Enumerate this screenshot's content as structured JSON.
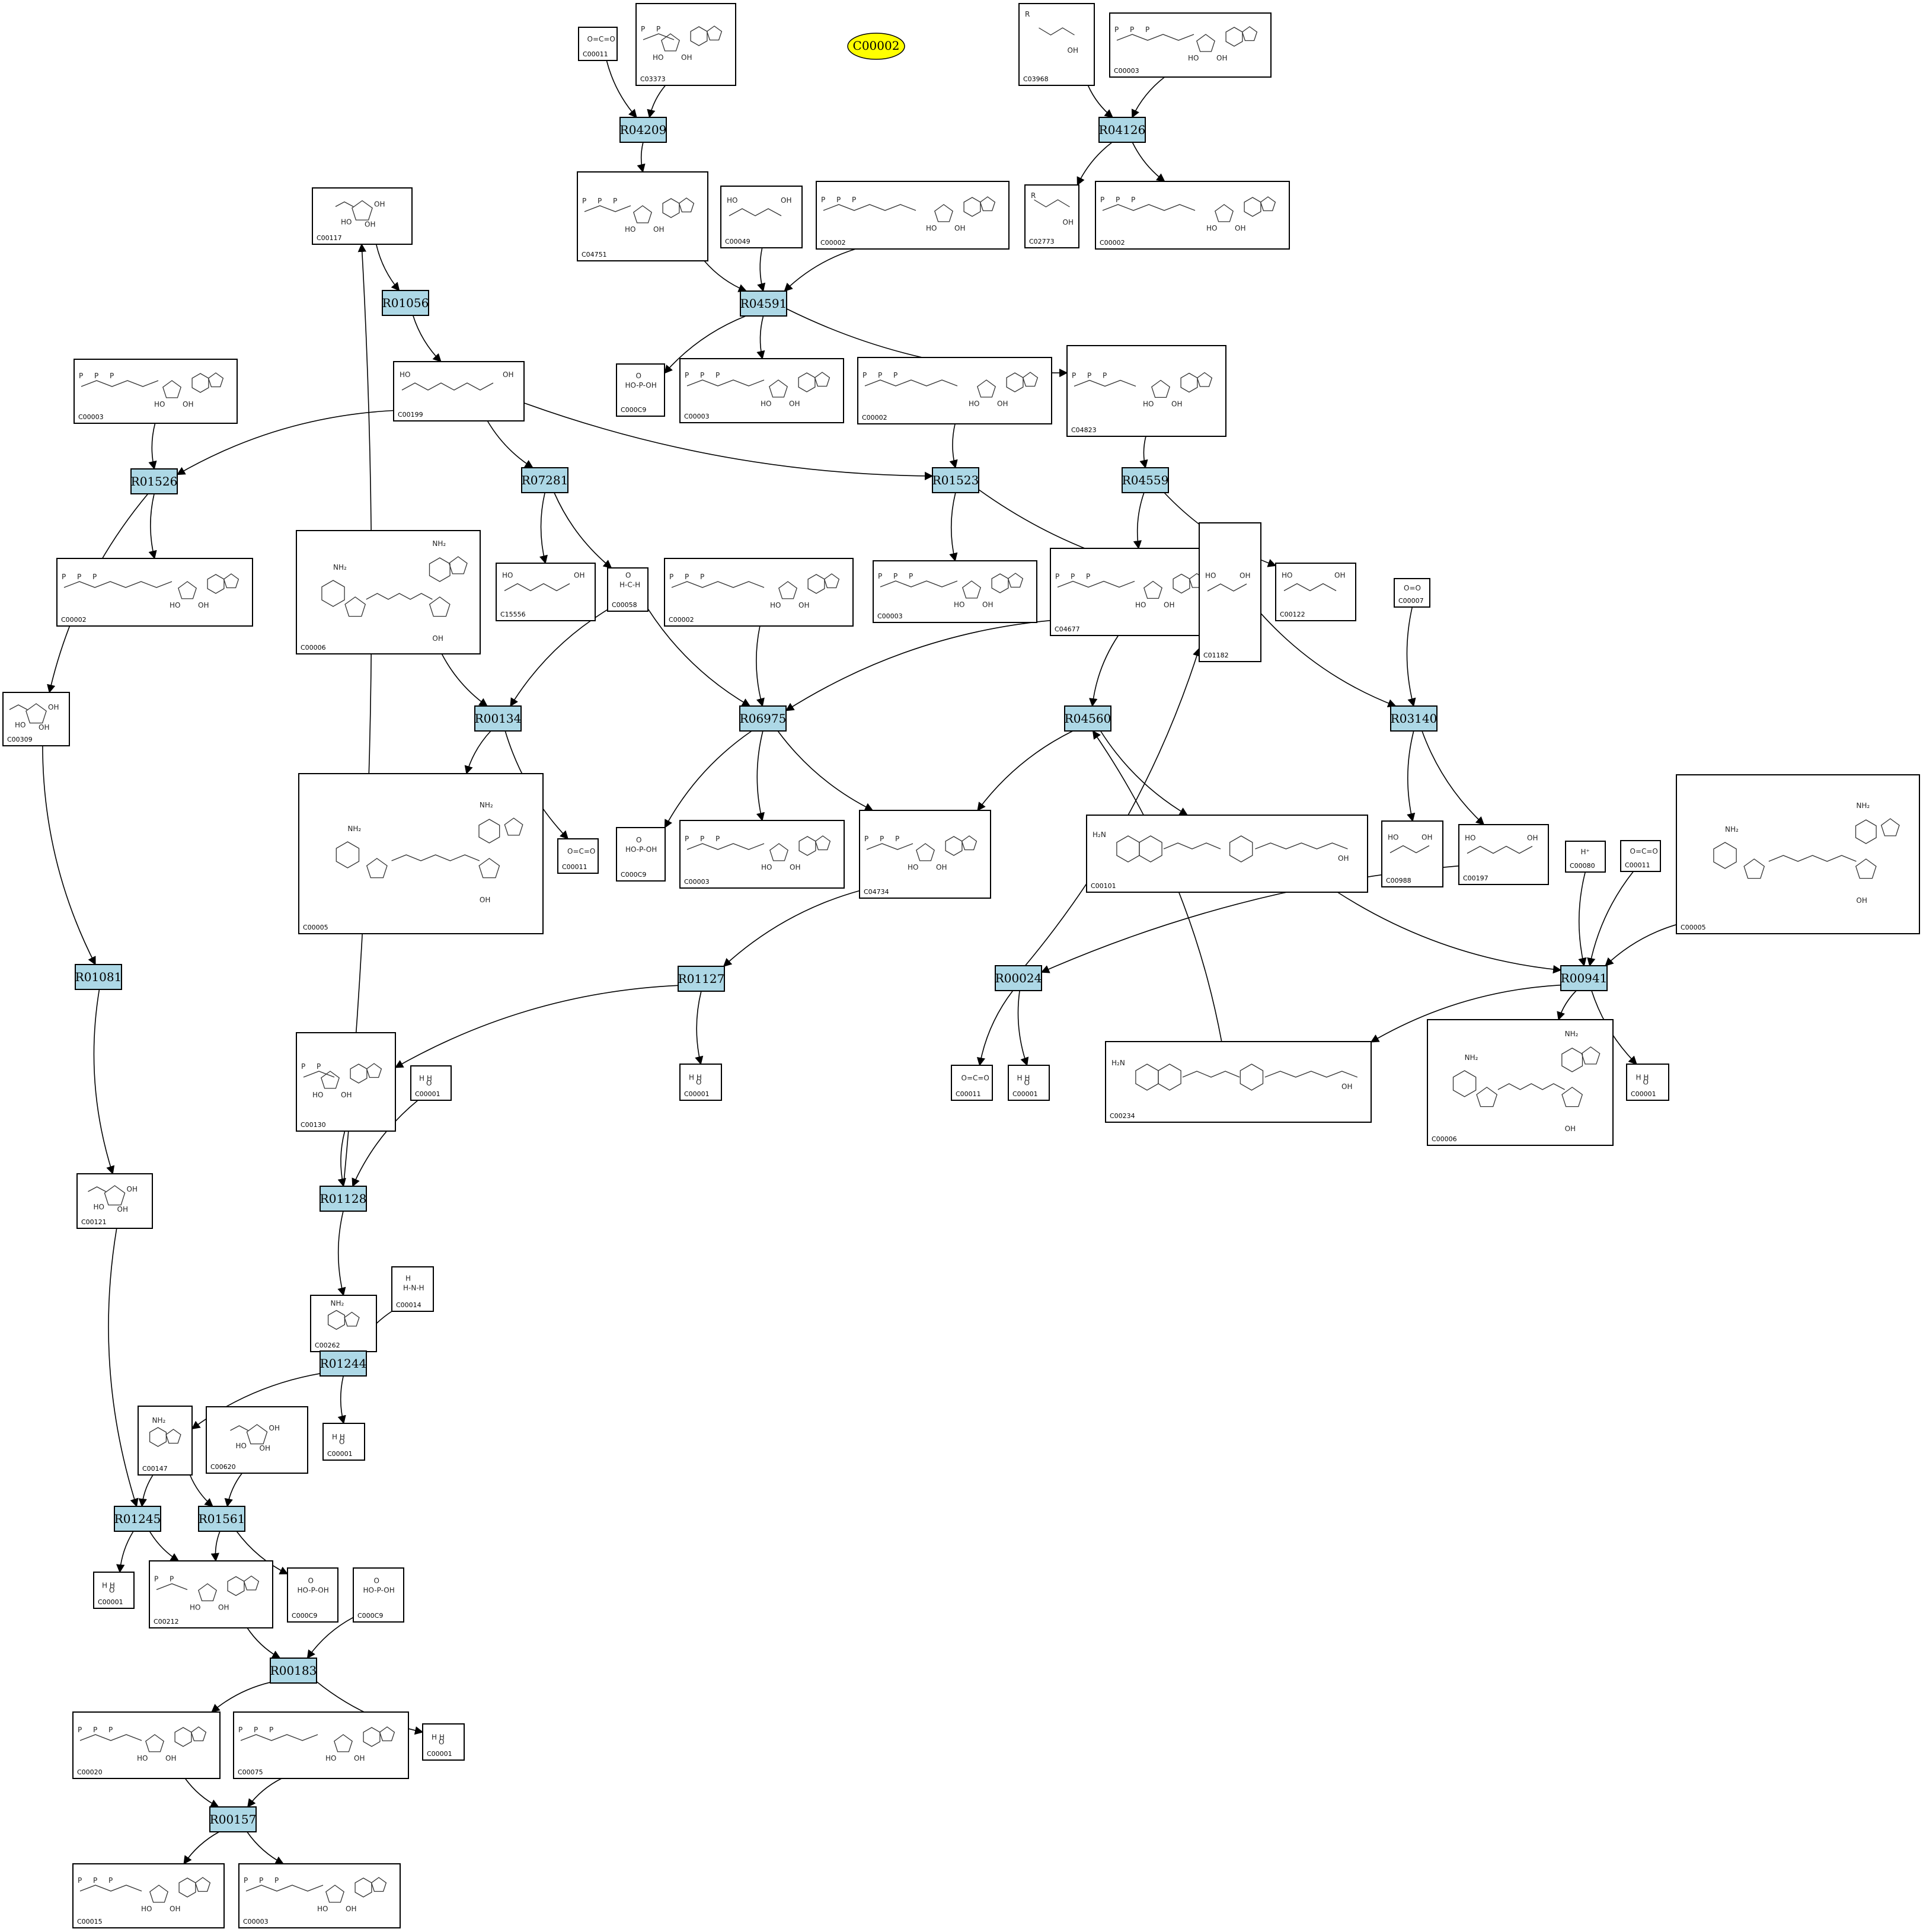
{
  "highlight": {
    "label": "C00002",
    "color": "#ffff00"
  },
  "colors": {
    "reaction": "#add8e6",
    "compound": "#ffffff",
    "edge": "#000000"
  },
  "reactions": [
    {
      "id": "R04209",
      "label": "R04209"
    },
    {
      "id": "R04126",
      "label": "R04126"
    },
    {
      "id": "R04591",
      "label": "R04591"
    },
    {
      "id": "R01056",
      "label": "R01056"
    },
    {
      "id": "R01526",
      "label": "R01526"
    },
    {
      "id": "R07281",
      "label": "R07281"
    },
    {
      "id": "R01523",
      "label": "R01523"
    },
    {
      "id": "R04559",
      "label": "R04559"
    },
    {
      "id": "R00134",
      "label": "R00134"
    },
    {
      "id": "R06975",
      "label": "R06975"
    },
    {
      "id": "R04560",
      "label": "R04560"
    },
    {
      "id": "R03140",
      "label": "R03140"
    },
    {
      "id": "R01081",
      "label": "R01081"
    },
    {
      "id": "R01127",
      "label": "R01127"
    },
    {
      "id": "R00024",
      "label": "R00024"
    },
    {
      "id": "R00941",
      "label": "R00941"
    },
    {
      "id": "R01128",
      "label": "R01128"
    },
    {
      "id": "R01244",
      "label": "R01244"
    },
    {
      "id": "R01245",
      "label": "R01245"
    },
    {
      "id": "R01561",
      "label": "R01561"
    },
    {
      "id": "R00183",
      "label": "R00183"
    },
    {
      "id": "R00157",
      "label": "R00157"
    }
  ],
  "compounds": [
    {
      "id": "n1",
      "label": "C00011",
      "mol": "co2"
    },
    {
      "id": "n2",
      "label": "C03373",
      "mol": "nucleotide"
    },
    {
      "id": "n3",
      "label": "C03968",
      "mol": "lipid"
    },
    {
      "id": "n4",
      "label": "C00003",
      "mol": "nucleotide"
    },
    {
      "id": "n5",
      "label": "C04751",
      "mol": "nucleotide"
    },
    {
      "id": "n6",
      "label": "C00049",
      "mol": "chain"
    },
    {
      "id": "n7",
      "label": "C00002",
      "mol": "nucleotide"
    },
    {
      "id": "n8",
      "label": "C02773",
      "mol": "lipid"
    },
    {
      "id": "n9",
      "label": "C00002",
      "mol": "nucleotide"
    },
    {
      "id": "n10",
      "label": "C00117",
      "mol": "sugar"
    },
    {
      "id": "n11",
      "label": "C00003",
      "mol": "nucleotide"
    },
    {
      "id": "n12",
      "label": "C00199",
      "mol": "chain"
    },
    {
      "id": "n13",
      "label": "C000C9",
      "mol": "phosphate"
    },
    {
      "id": "n14",
      "label": "C00003",
      "mol": "nucleotide"
    },
    {
      "id": "n15",
      "label": "C00002",
      "mol": "nucleotide"
    },
    {
      "id": "n16",
      "label": "C04823",
      "mol": "nucleotide"
    },
    {
      "id": "n17",
      "label": "C00002",
      "mol": "nucleotide"
    },
    {
      "id": "n18",
      "label": "C00006",
      "mol": "dinuc"
    },
    {
      "id": "n19",
      "label": "C15556",
      "mol": "chain"
    },
    {
      "id": "n20",
      "label": "C00058",
      "mol": "small"
    },
    {
      "id": "n21",
      "label": "C00002",
      "mol": "nucleotide"
    },
    {
      "id": "n22",
      "label": "C00003",
      "mol": "nucleotide"
    },
    {
      "id": "n23",
      "label": "C04677",
      "mol": "nucleotide"
    },
    {
      "id": "n24",
      "label": "C01182",
      "mol": "chain"
    },
    {
      "id": "n25",
      "label": "C00122",
      "mol": "chain"
    },
    {
      "id": "n26",
      "label": "C00007",
      "mol": "o2"
    },
    {
      "id": "n27",
      "label": "C00309",
      "mol": "sugar"
    },
    {
      "id": "n28",
      "label": "C00005",
      "mol": "dinuc"
    },
    {
      "id": "n29",
      "label": "C00011",
      "mol": "co2"
    },
    {
      "id": "n30",
      "label": "C000C9",
      "mol": "phosphate"
    },
    {
      "id": "n31",
      "label": "C00003",
      "mol": "nucleotide"
    },
    {
      "id": "n32",
      "label": "C04734",
      "mol": "nucleotide"
    },
    {
      "id": "n33",
      "label": "C00101",
      "mol": "folate"
    },
    {
      "id": "n34",
      "label": "C00988",
      "mol": "chain"
    },
    {
      "id": "n35",
      "label": "C00197",
      "mol": "chain"
    },
    {
      "id": "n36",
      "label": "C00080",
      "mol": "proton"
    },
    {
      "id": "n37",
      "label": "C00011",
      "mol": "co2"
    },
    {
      "id": "n38",
      "label": "C00005",
      "mol": "dinuc"
    },
    {
      "id": "n39",
      "label": "C00130",
      "mol": "nucleotide"
    },
    {
      "id": "n40",
      "label": "C00001",
      "mol": "water"
    },
    {
      "id": "n41",
      "label": "C00001",
      "mol": "water"
    },
    {
      "id": "n42",
      "label": "C00011",
      "mol": "co2"
    },
    {
      "id": "n43",
      "label": "C00001",
      "mol": "water"
    },
    {
      "id": "n44",
      "label": "C00234",
      "mol": "folate"
    },
    {
      "id": "n45",
      "label": "C00006",
      "mol": "dinuc"
    },
    {
      "id": "n46",
      "label": "C00001",
      "mol": "water"
    },
    {
      "id": "n47",
      "label": "C00121",
      "mol": "sugar"
    },
    {
      "id": "n48",
      "label": "C00262",
      "mol": "base"
    },
    {
      "id": "n49",
      "label": "C00014",
      "mol": "nh3"
    },
    {
      "id": "n50",
      "label": "C00147",
      "mol": "base"
    },
    {
      "id": "n51",
      "label": "C00620",
      "mol": "sugar"
    },
    {
      "id": "n52",
      "label": "C00001",
      "mol": "water"
    },
    {
      "id": "n53",
      "label": "C00001",
      "mol": "water"
    },
    {
      "id": "n54",
      "label": "C00212",
      "mol": "nucleotide"
    },
    {
      "id": "n55",
      "label": "C000C9",
      "mol": "phosphate"
    },
    {
      "id": "n56",
      "label": "C000C9",
      "mol": "phosphate"
    },
    {
      "id": "n57",
      "label": "C00020",
      "mol": "nucleotide"
    },
    {
      "id": "n58",
      "label": "C00075",
      "mol": "nucleotide"
    },
    {
      "id": "n59",
      "label": "C00001",
      "mol": "water"
    },
    {
      "id": "n60",
      "label": "C00015",
      "mol": "nucleotide"
    },
    {
      "id": "n61",
      "label": "C00003",
      "mol": "nucleotide"
    }
  ],
  "edges": [
    [
      "n1",
      "R04209"
    ],
    [
      "n2",
      "R04209"
    ],
    [
      "R04209",
      "n5"
    ],
    [
      "n3",
      "R04126"
    ],
    [
      "n4",
      "R04126"
    ],
    [
      "R04126",
      "n8"
    ],
    [
      "R04126",
      "n9"
    ],
    [
      "n5",
      "R04591"
    ],
    [
      "n6",
      "R04591"
    ],
    [
      "n7",
      "R04591"
    ],
    [
      "R04591",
      "n13"
    ],
    [
      "R04591",
      "n14"
    ],
    [
      "R04591",
      "n16"
    ],
    [
      "n10",
      "R01056"
    ],
    [
      "R01056",
      "n12"
    ],
    [
      "n11",
      "R01526"
    ],
    [
      "n12",
      "R01526"
    ],
    [
      "R01526",
      "n17"
    ],
    [
      "R01526",
      "n27"
    ],
    [
      "n12",
      "R07281"
    ],
    [
      "R07281",
      "n19"
    ],
    [
      "R07281",
      "n20"
    ],
    [
      "n12",
      "R01523"
    ],
    [
      "n15",
      "R01523"
    ],
    [
      "R01523",
      "n22"
    ],
    [
      "R01523",
      "n24"
    ],
    [
      "n16",
      "R04559"
    ],
    [
      "R04559",
      "n23"
    ],
    [
      "R04559",
      "n25"
    ],
    [
      "n18",
      "R00134"
    ],
    [
      "n20",
      "R00134"
    ],
    [
      "R00134",
      "n28"
    ],
    [
      "R00134",
      "n29"
    ],
    [
      "n20",
      "R06975"
    ],
    [
      "n21",
      "R06975"
    ],
    [
      "n23",
      "R06975"
    ],
    [
      "R06975",
      "n30"
    ],
    [
      "R06975",
      "n31"
    ],
    [
      "R06975",
      "n32"
    ],
    [
      "n23",
      "R04560"
    ],
    [
      "R04560",
      "n32"
    ],
    [
      "R04560",
      "n33"
    ],
    [
      "n24",
      "R03140"
    ],
    [
      "n26",
      "R03140"
    ],
    [
      "R03140",
      "n34"
    ],
    [
      "R03140",
      "n35"
    ],
    [
      "n27",
      "R01081"
    ],
    [
      "R01081",
      "n47"
    ],
    [
      "n32",
      "R01127"
    ],
    [
      "R01127",
      "n39"
    ],
    [
      "R01127",
      "n41"
    ],
    [
      "n35",
      "R00024"
    ],
    [
      "R00024",
      "n24"
    ],
    [
      "R00024",
      "n42"
    ],
    [
      "R00024",
      "n43"
    ],
    [
      "n33",
      "R00941"
    ],
    [
      "n36",
      "R00941"
    ],
    [
      "n37",
      "R00941"
    ],
    [
      "n38",
      "R00941"
    ],
    [
      "R00941",
      "n44"
    ],
    [
      "R00941",
      "n45"
    ],
    [
      "R00941",
      "n46"
    ],
    [
      "n44",
      "R04560"
    ],
    [
      "n39",
      "R01128"
    ],
    [
      "n40",
      "R01128"
    ],
    [
      "R01128",
      "n10"
    ],
    [
      "R01128",
      "n48"
    ],
    [
      "n48",
      "R01244"
    ],
    [
      "n49",
      "R01244"
    ],
    [
      "R01244",
      "n50"
    ],
    [
      "R01244",
      "n52"
    ],
    [
      "n47",
      "R01245"
    ],
    [
      "n50",
      "R01245"
    ],
    [
      "R01245",
      "n53"
    ],
    [
      "R01245",
      "n54"
    ],
    [
      "n50",
      "R01561"
    ],
    [
      "n51",
      "R01561"
    ],
    [
      "R01561",
      "n54"
    ],
    [
      "R01561",
      "n55"
    ],
    [
      "n54",
      "R00183"
    ],
    [
      "n56",
      "R00183"
    ],
    [
      "R00183",
      "n57"
    ],
    [
      "R00183",
      "n59"
    ],
    [
      "n57",
      "R00157"
    ],
    [
      "n58",
      "R00157"
    ],
    [
      "R00157",
      "n60"
    ],
    [
      "R00157",
      "n61"
    ]
  ]
}
